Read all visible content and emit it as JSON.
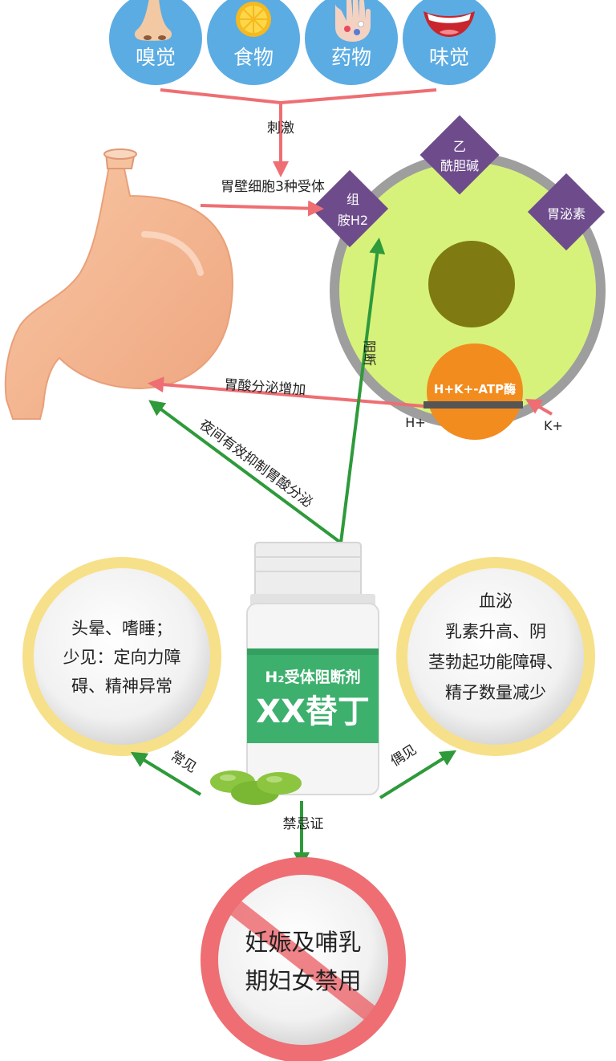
{
  "stimuli": [
    {
      "label": "嗅觉",
      "icon": "nose-icon"
    },
    {
      "label": "食物",
      "icon": "lemon-icon"
    },
    {
      "label": "药物",
      "icon": "pills-in-hand-icon"
    },
    {
      "label": "味觉",
      "icon": "mouth-icon"
    }
  ],
  "labels": {
    "stimulate": "刺激",
    "three_receptors": "胃壁细胞3种受体",
    "acid_increase": "胃酸分泌增加",
    "block": "阻断",
    "night_suppress": "夜间有效抑制胃酸分泌",
    "common": "常见",
    "occasional": "偶见",
    "contraindication": "禁忌证"
  },
  "cell": {
    "receptors": {
      "histamine": [
        "组",
        "胺H2"
      ],
      "acetylcholine": [
        "乙",
        "酰胆碱"
      ],
      "gastrin": [
        "胃泌素"
      ]
    },
    "pump": "H+K+-ATP酶",
    "h_ion": "H+",
    "k_ion": "K+"
  },
  "drug": {
    "class": "H₂受体阻断剂",
    "name": "XX替丁"
  },
  "side_effects": {
    "common": [
      "头晕、嗜睡；",
      "少见：定向力障",
      "碍、精神异常"
    ],
    "occasional": [
      "血泌",
      "乳素升高、阴",
      "茎勃起功能障碍、",
      "精子数量减少"
    ]
  },
  "prohibition": [
    "妊娠及哺乳",
    "期妇女禁用"
  ],
  "colors": {
    "circle_blue": "#5BACE3",
    "arrow_red": "#EE6E73",
    "arrow_green": "#2E9A3A",
    "cell_green": "#D6F27A",
    "nucleus": "#7F7A12",
    "receptor_purple": "#6E4C8C",
    "pump_orange": "#F28C1E",
    "drug_green": "#3DB06D",
    "halo_yellow": "#F7E08A",
    "ban_red": "#EE6E73"
  }
}
